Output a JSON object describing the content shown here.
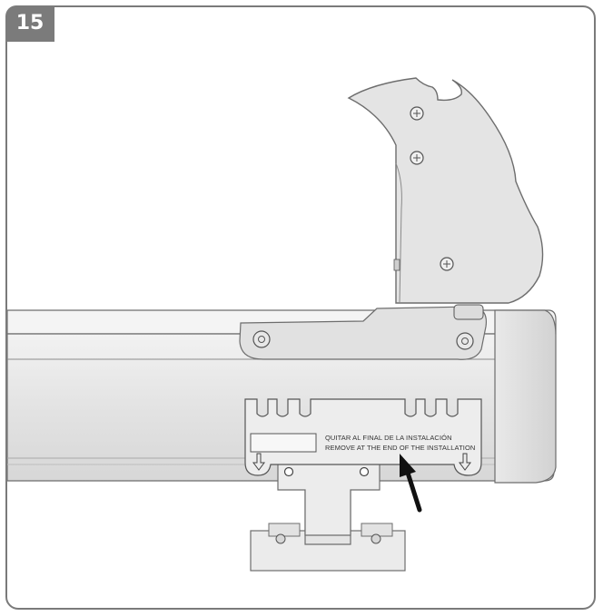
{
  "step": {
    "number": "15"
  },
  "tag": {
    "line_es": "QUITAR AL FINAL DE LA INSTALACIÓN",
    "line_en": "REMOVE AT THE END OF THE INSTALLATION"
  },
  "colors": {
    "frame_border": "#7a7a7a",
    "badge_bg": "#7b7b7b",
    "part_fill": "#e6e6e6",
    "part_stroke": "#6d6d6d",
    "arrow": "#111111"
  },
  "icons": {
    "pointer": "arrow-up-left-icon",
    "tag_arrow": "arrow-down-icon"
  }
}
